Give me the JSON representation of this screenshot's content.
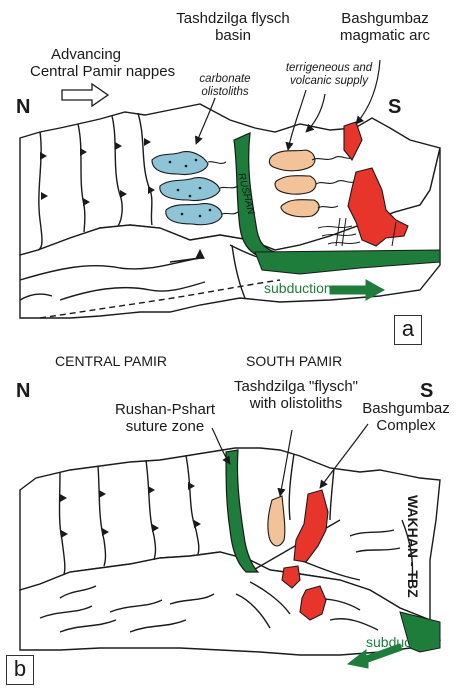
{
  "panel_a": {
    "tag": "a",
    "north": "N",
    "south": "S",
    "nappes_line1": "Advancing",
    "nappes_line2": "Central Pamir nappes",
    "basin_line1": "Tashdzilga flysch",
    "basin_line2": "basin",
    "arc_line1": "Bashgumbaz",
    "arc_line2": "magmatic arc",
    "carbonate_line1": "carbonate",
    "carbonate_line2": "olistoliths",
    "supply_line1": "terrigeneous and",
    "supply_line2": "volcanic supply",
    "rushan": "RUSHAN",
    "subduction": "subduction"
  },
  "panel_b": {
    "tag": "b",
    "north": "N",
    "south": "S",
    "central": "CENTRAL PAMIR",
    "southpamir": "SOUTH PAMIR",
    "flysch_line1": "Tashdzilga \"flysch\"",
    "flysch_line2": "with olistoliths",
    "suture_line1": "Rushan-Pshart",
    "suture_line2": "suture zone",
    "complex_line1": "Bashgumbaz",
    "complex_line2": "Complex",
    "wakhan": "WAKHAN - TBZ",
    "subduction": "subduction"
  },
  "colors": {
    "suture_green": "#1e7d3a",
    "carbonate_blue": "#8fc3d6",
    "clastic_peach": "#f2c299",
    "magmatic_red": "#e8352b"
  }
}
